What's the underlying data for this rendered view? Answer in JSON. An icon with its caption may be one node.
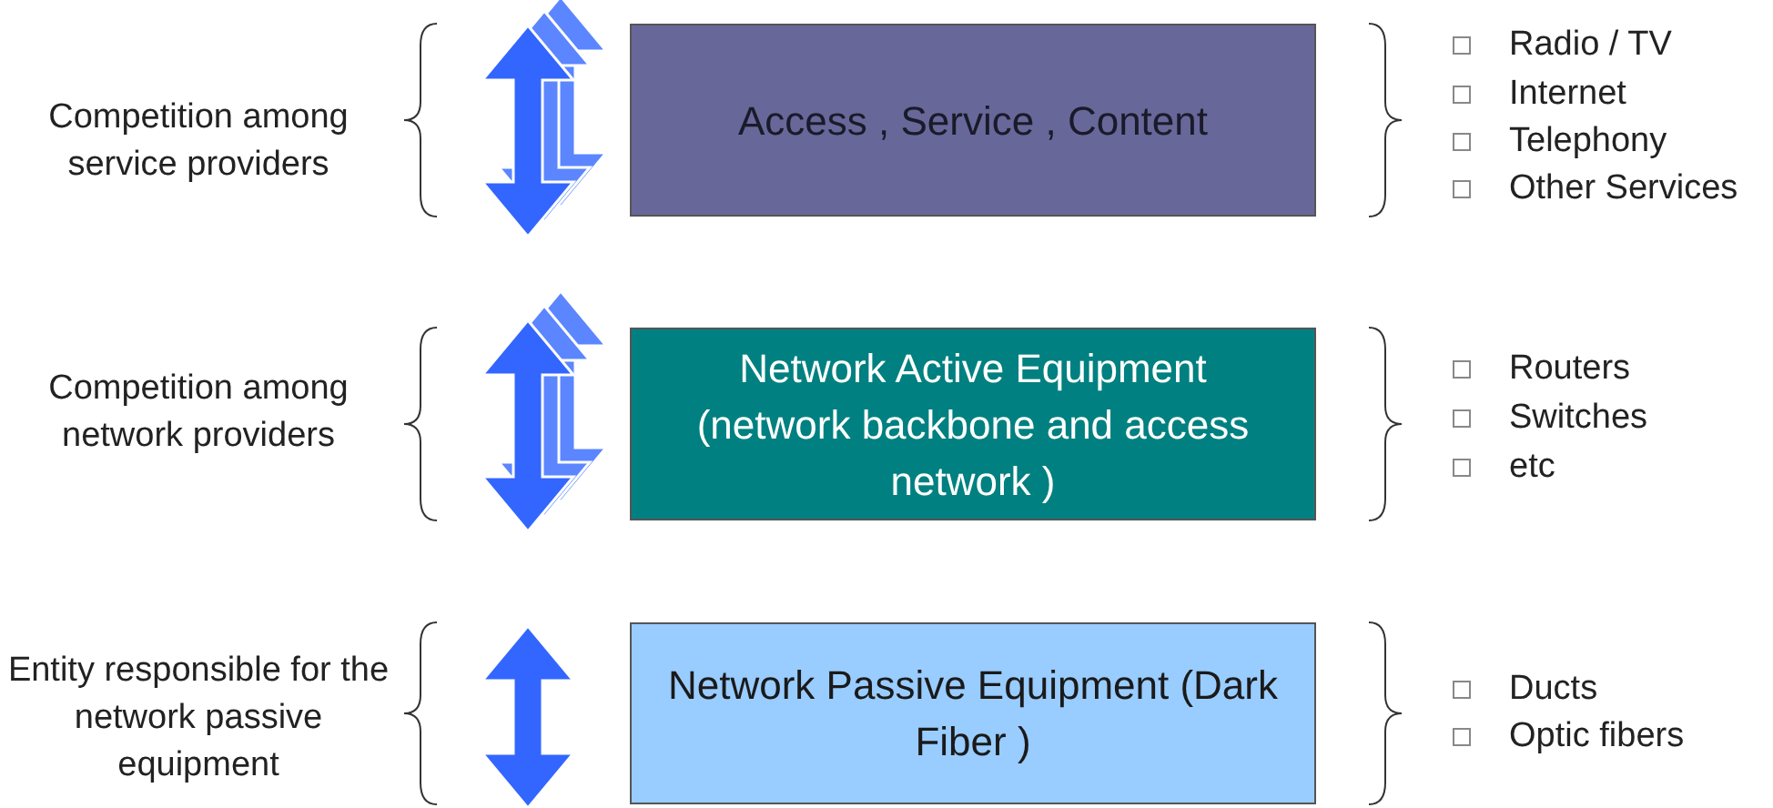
{
  "diagram": {
    "nodes": [
      {
        "text": [
          "Access , Service , Content"
        ]
      },
      {
        "text": [
          "Network Active Equipment (network backbone and access network )"
        ]
      },
      {
        "text": [
          "Network Passive Equipment (Dark Fiber )"
        ]
      }
    ],
    "labels": [
      "Competition among service providers",
      "Radio / TV",
      "Internet",
      "Telephony",
      "Other Services",
      "Competition among network providers",
      "Routers",
      "Switches",
      "etc",
      "Entity responsible for the network passive equipment",
      "Ducts",
      "Optic fibers"
    ]
  }
}
